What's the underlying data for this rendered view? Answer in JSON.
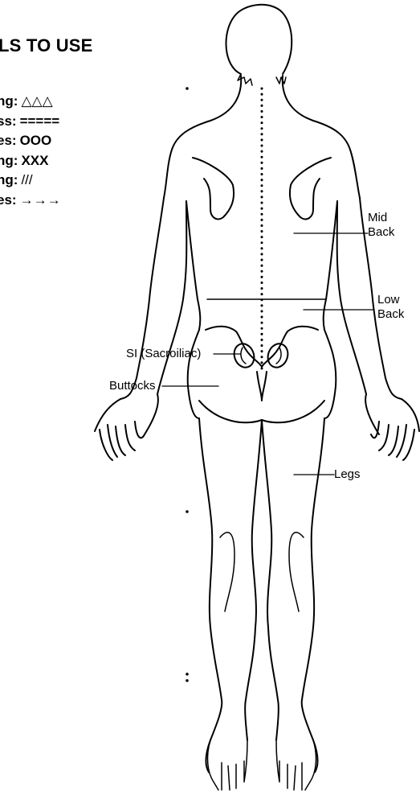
{
  "title": "LS TO USE",
  "legend": [
    {
      "label": "ng:",
      "symbol": "△△△"
    },
    {
      "label": "ss:",
      "symbol": "====="
    },
    {
      "label": "es:",
      "symbol": "OOO"
    },
    {
      "label": "ng:",
      "symbol": "XXX"
    },
    {
      "label": "ng:",
      "symbol": "///"
    },
    {
      "label": "es:",
      "symbol": "→→→"
    }
  ],
  "labels": {
    "mid_back": "Mid\nBack",
    "low_back": "Low\nBack",
    "si": "SI (Sacroiliac)",
    "buttocks": "Buttocks",
    "legs": "Legs"
  }
}
